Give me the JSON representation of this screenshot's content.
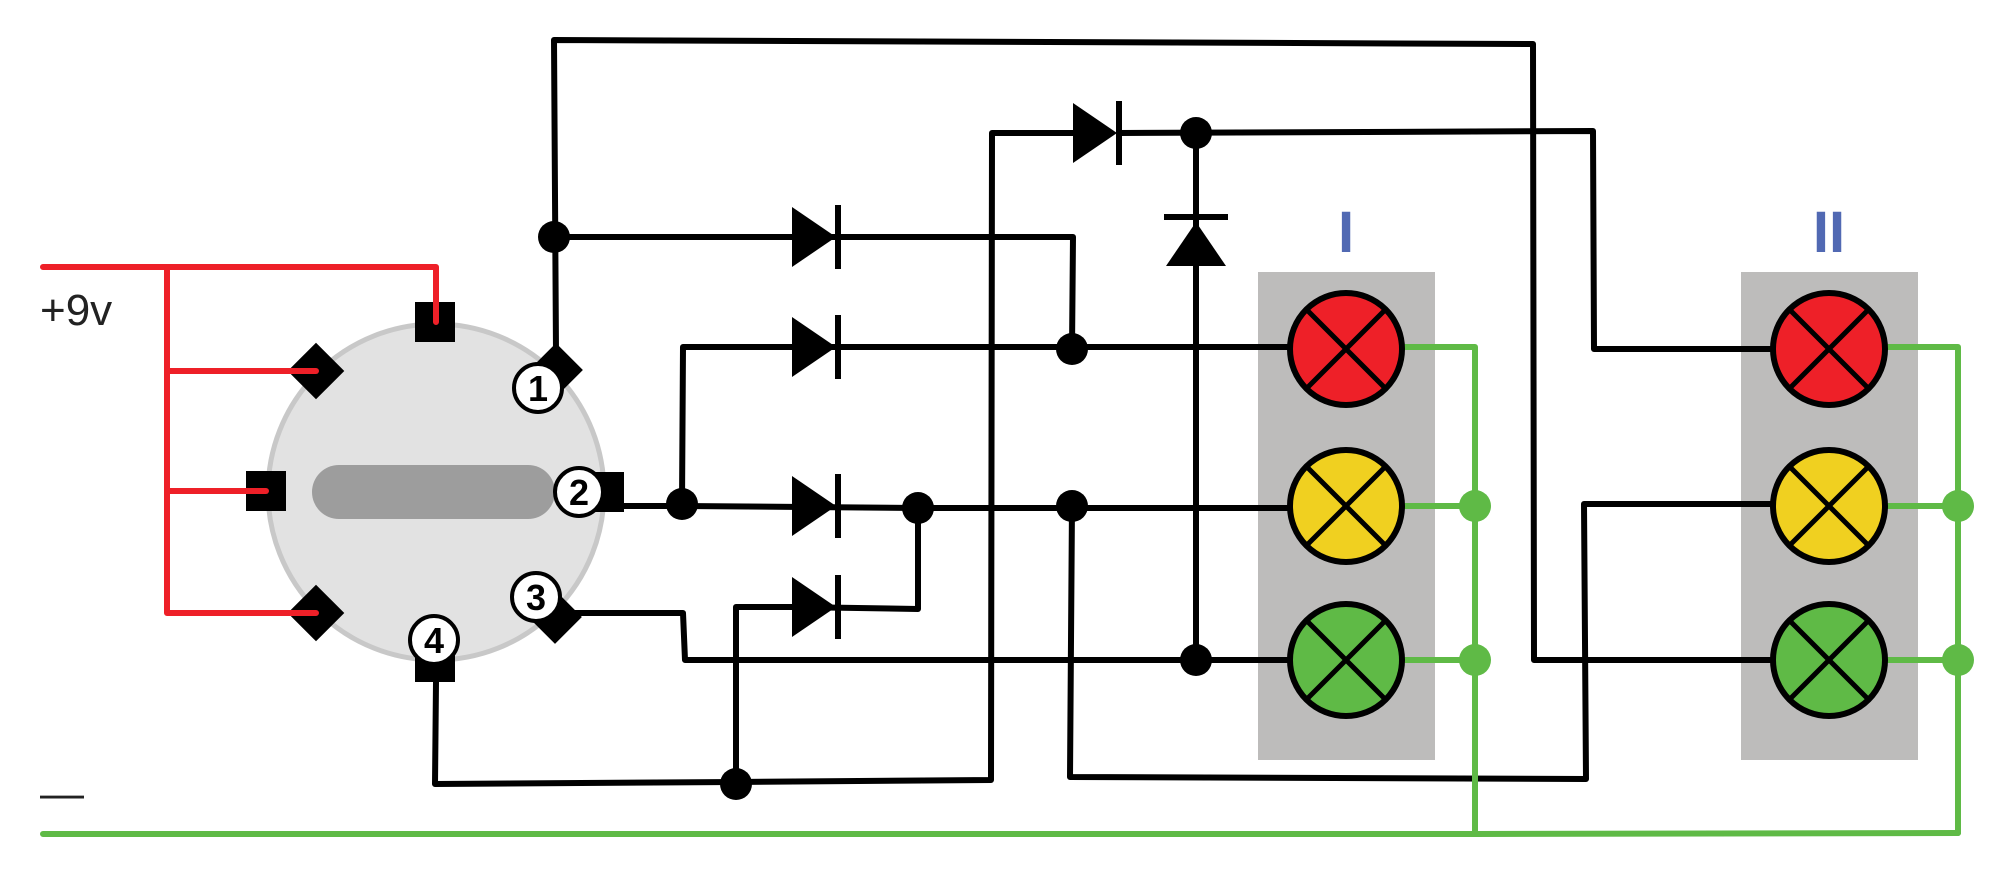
{
  "labels": {
    "supply_positive": "+9v",
    "supply_negative": "—",
    "signal_1": "I",
    "signal_2": "II"
  },
  "switch": {
    "positions": [
      "1",
      "2",
      "3",
      "4"
    ]
  },
  "signal_1_lamps": [
    "red",
    "yellow",
    "green"
  ],
  "signal_2_lamps": [
    "red",
    "yellow",
    "green"
  ],
  "colors": {
    "positive_wire": "#ee2028",
    "negative_wire": "#5fba46",
    "signal_wire": "#000000",
    "lamp_red": "#ee2028",
    "lamp_yellow": "#f0d020",
    "lamp_green": "#5fba46",
    "signal_housing": "#bdbcbb",
    "switch_body": "#e2e2e2",
    "switch_knob": "#9d9d9d",
    "roman_label": "#5169b3"
  }
}
